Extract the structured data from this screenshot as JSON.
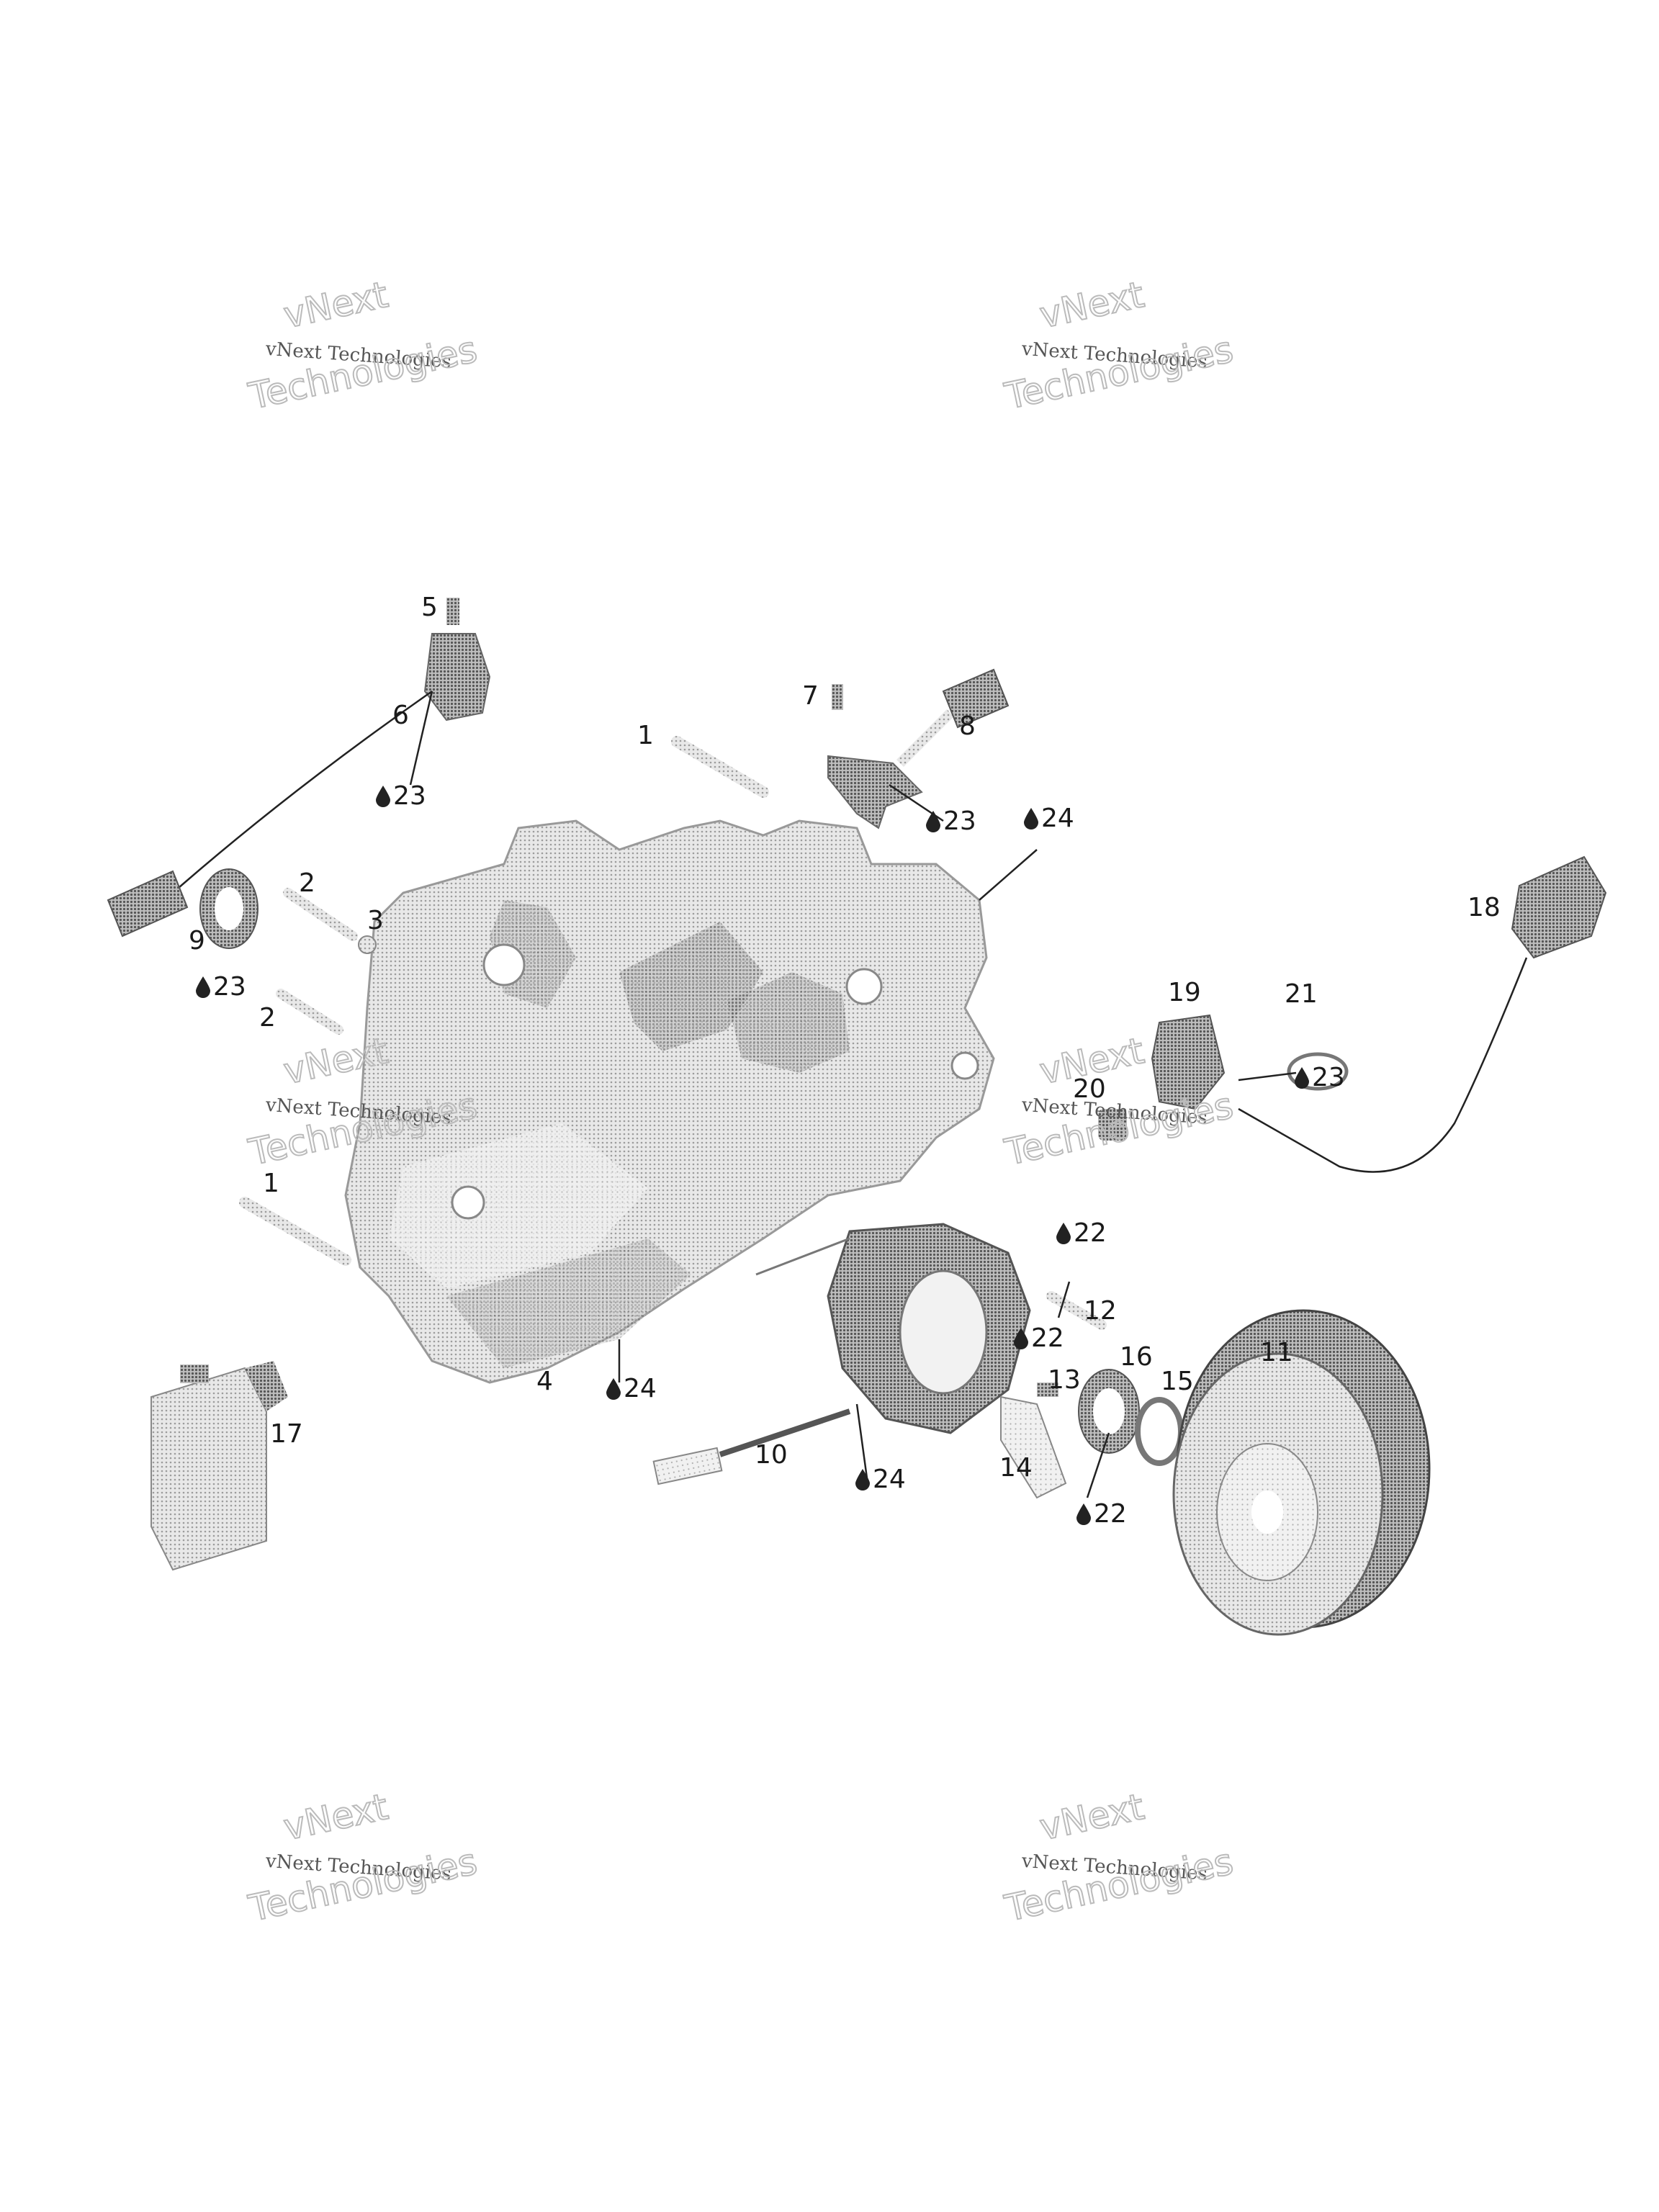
{
  "colors": {
    "part_fill": "#d4d4d4",
    "part_dark": "#8a8a8a",
    "part_stroke": "#9a9a9a",
    "text": "#1a1a1a",
    "watermark": "#b9b9b9"
  },
  "watermarks": [
    {
      "line1": "vNext",
      "line2": "vNext Technologies",
      "line3": "Technologies"
    },
    {
      "line1": "vNext",
      "line2": "vNext Technologies",
      "line3": "Technologies"
    },
    {
      "line1": "vNext",
      "line2": "vNext Technologies",
      "line3": "Technologies"
    },
    {
      "line1": "vNext",
      "line2": "vNext Technologies",
      "line3": "Technologies"
    },
    {
      "line1": "vNext",
      "line2": "vNext Technologies",
      "line3": "Technologies"
    },
    {
      "line1": "vNext",
      "line2": "vNext Technologies",
      "line3": "Technologies"
    }
  ],
  "callouts": [
    "5",
    "6",
    "7",
    "8",
    "1",
    "9",
    "2",
    "3",
    "2",
    "19",
    "21",
    "20",
    "18",
    "1",
    "12",
    "13",
    "16",
    "15",
    "11",
    "4",
    "10",
    "14",
    "17"
  ],
  "drop_labels": [
    "23",
    "23",
    "24",
    "23",
    "23",
    "22",
    "22",
    "24",
    "24",
    "22"
  ],
  "icons": {
    "drop": "drop-icon"
  }
}
